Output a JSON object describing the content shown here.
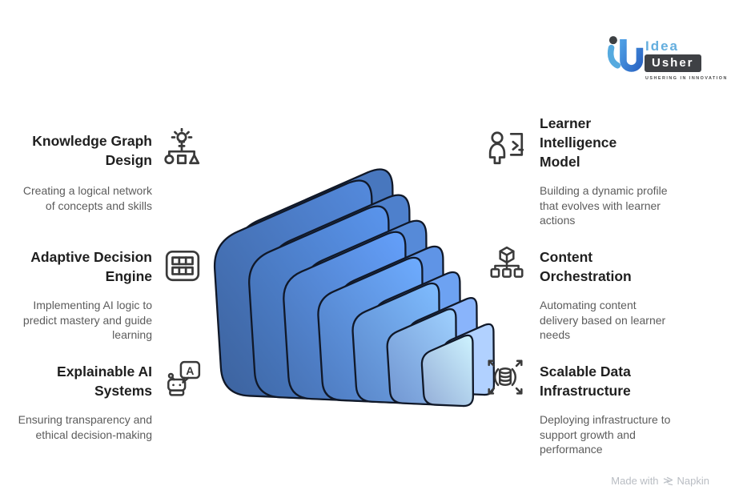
{
  "logo": {
    "brand_top": "Idea",
    "brand_bottom": "Usher",
    "tagline": "USHERING IN INNOVATION"
  },
  "footer": {
    "made_with": "Made with",
    "brand": "Napkin"
  },
  "items": {
    "left": [
      {
        "title": "Knowledge Graph Design",
        "description": "Creating a logical network of concepts and skills",
        "icon": "idea-hierarchy-icon"
      },
      {
        "title": "Adaptive Decision Engine",
        "description": "Implementing AI logic to predict mastery and guide learning",
        "icon": "grid-panel-icon"
      },
      {
        "title": "Explainable AI Systems",
        "description": "Ensuring transparency and ethical decision-making",
        "icon": "robot-chat-icon"
      }
    ],
    "right": [
      {
        "title": "Learner Intelligence Model",
        "description": "Building a dynamic profile that evolves with learner actions",
        "icon": "person-terminal-icon"
      },
      {
        "title": "Content Orchestration",
        "description": "Automating content delivery based on learner needs",
        "icon": "cube-orchestration-icon"
      },
      {
        "title": "Scalable Data Infrastructure",
        "description": "Deploying infrastructure to support growth and performance",
        "icon": "database-scale-icon"
      }
    ]
  },
  "colors": {
    "pyramid_faces": [
      "#4571B5",
      "#4A7AC2",
      "#5283CE",
      "#5A8DDB",
      "#689AE6",
      "#82ABEF",
      "#A9C7F7"
    ],
    "pyramid_stroke": "#101828",
    "heading_text": "#1f1f1f",
    "body_text": "#5c5c5c",
    "logo_blue": "#64aede",
    "logo_box": "#3f4145"
  }
}
